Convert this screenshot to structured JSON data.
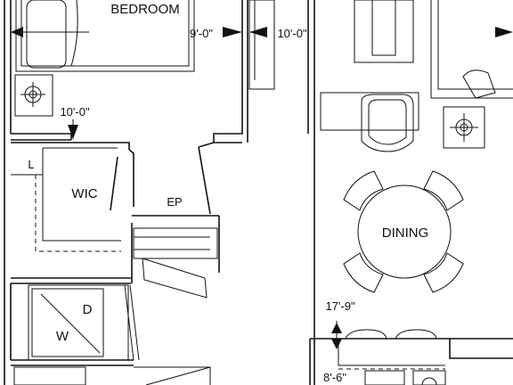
{
  "rooms": {
    "bedroom": "BEDROOM",
    "wic": "WIC",
    "ep": "EP",
    "dining": "DINING",
    "linen": "L",
    "dryer": "D",
    "washer": "W"
  },
  "dimensions": {
    "bedroom_width": "9'-0\"",
    "living_width": "10'-0\"",
    "bedroom_depth": "10'-0\"",
    "dining_length": "17'-9\"",
    "kitchen_width": "8'-6\""
  }
}
